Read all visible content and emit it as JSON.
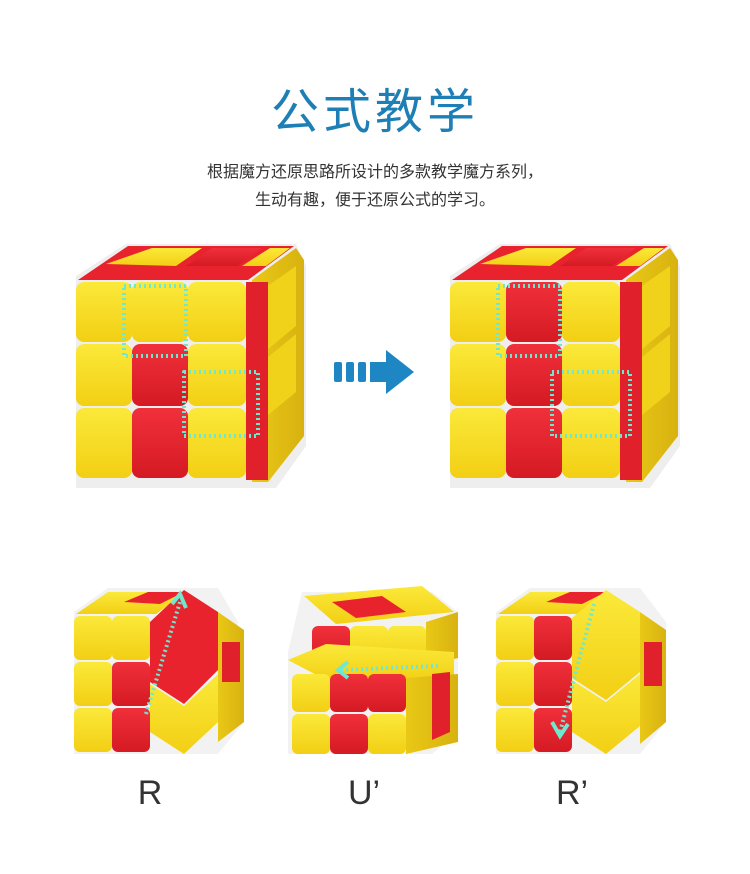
{
  "header": {
    "title": "公式教学",
    "description": [
      "根据魔方还原思路所设计的多款教学魔方系列，",
      "生动有趣，便于还原公式的学习。"
    ]
  },
  "moves": [
    {
      "label": "R"
    },
    {
      "label": "U’"
    },
    {
      "label": "R’"
    }
  ],
  "colors": {
    "title": "#1d7fb5",
    "yellow": "#f6dc1f",
    "red": "#e8222e",
    "highlight": "#6fe8cf",
    "arrow": "#1f86c4"
  },
  "icons": {
    "transition": "double-dash-arrow-right-icon",
    "rotation": "rotation-arrow-icon"
  }
}
